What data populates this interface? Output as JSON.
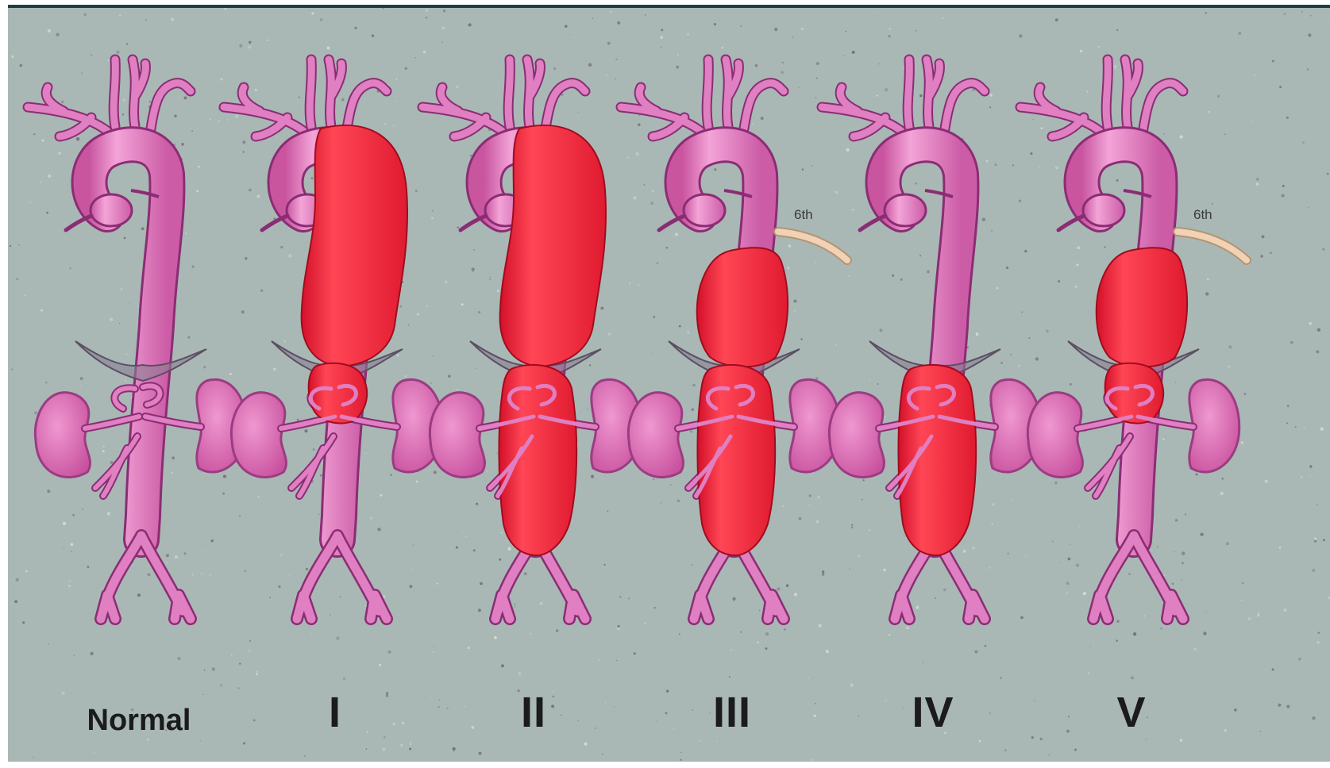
{
  "colors": {
    "background": "#a9b8b5",
    "aorta": "#e07fc1",
    "aorta_outline": "#8a2d74",
    "aneurysm": "#ee2238",
    "kidney": "#db6eb6",
    "rib": "#f2d2b4"
  },
  "panels": [
    {
      "label": "Normal",
      "extent": "none",
      "rib_label": ""
    },
    {
      "label": "I",
      "extent": "thoracic-and-abdominal-from-arch",
      "rib_label": ""
    },
    {
      "label": "II",
      "extent": "entire-descending-to-bifurcation",
      "rib_label": ""
    },
    {
      "label": "III",
      "extent": "from-6th-rib-to-bifurcation",
      "rib_label": "6th"
    },
    {
      "label": "IV",
      "extent": "abdominal-only",
      "rib_label": ""
    },
    {
      "label": "V",
      "extent": "from-6th-rib-to-renal",
      "rib_label": "6th"
    }
  ]
}
